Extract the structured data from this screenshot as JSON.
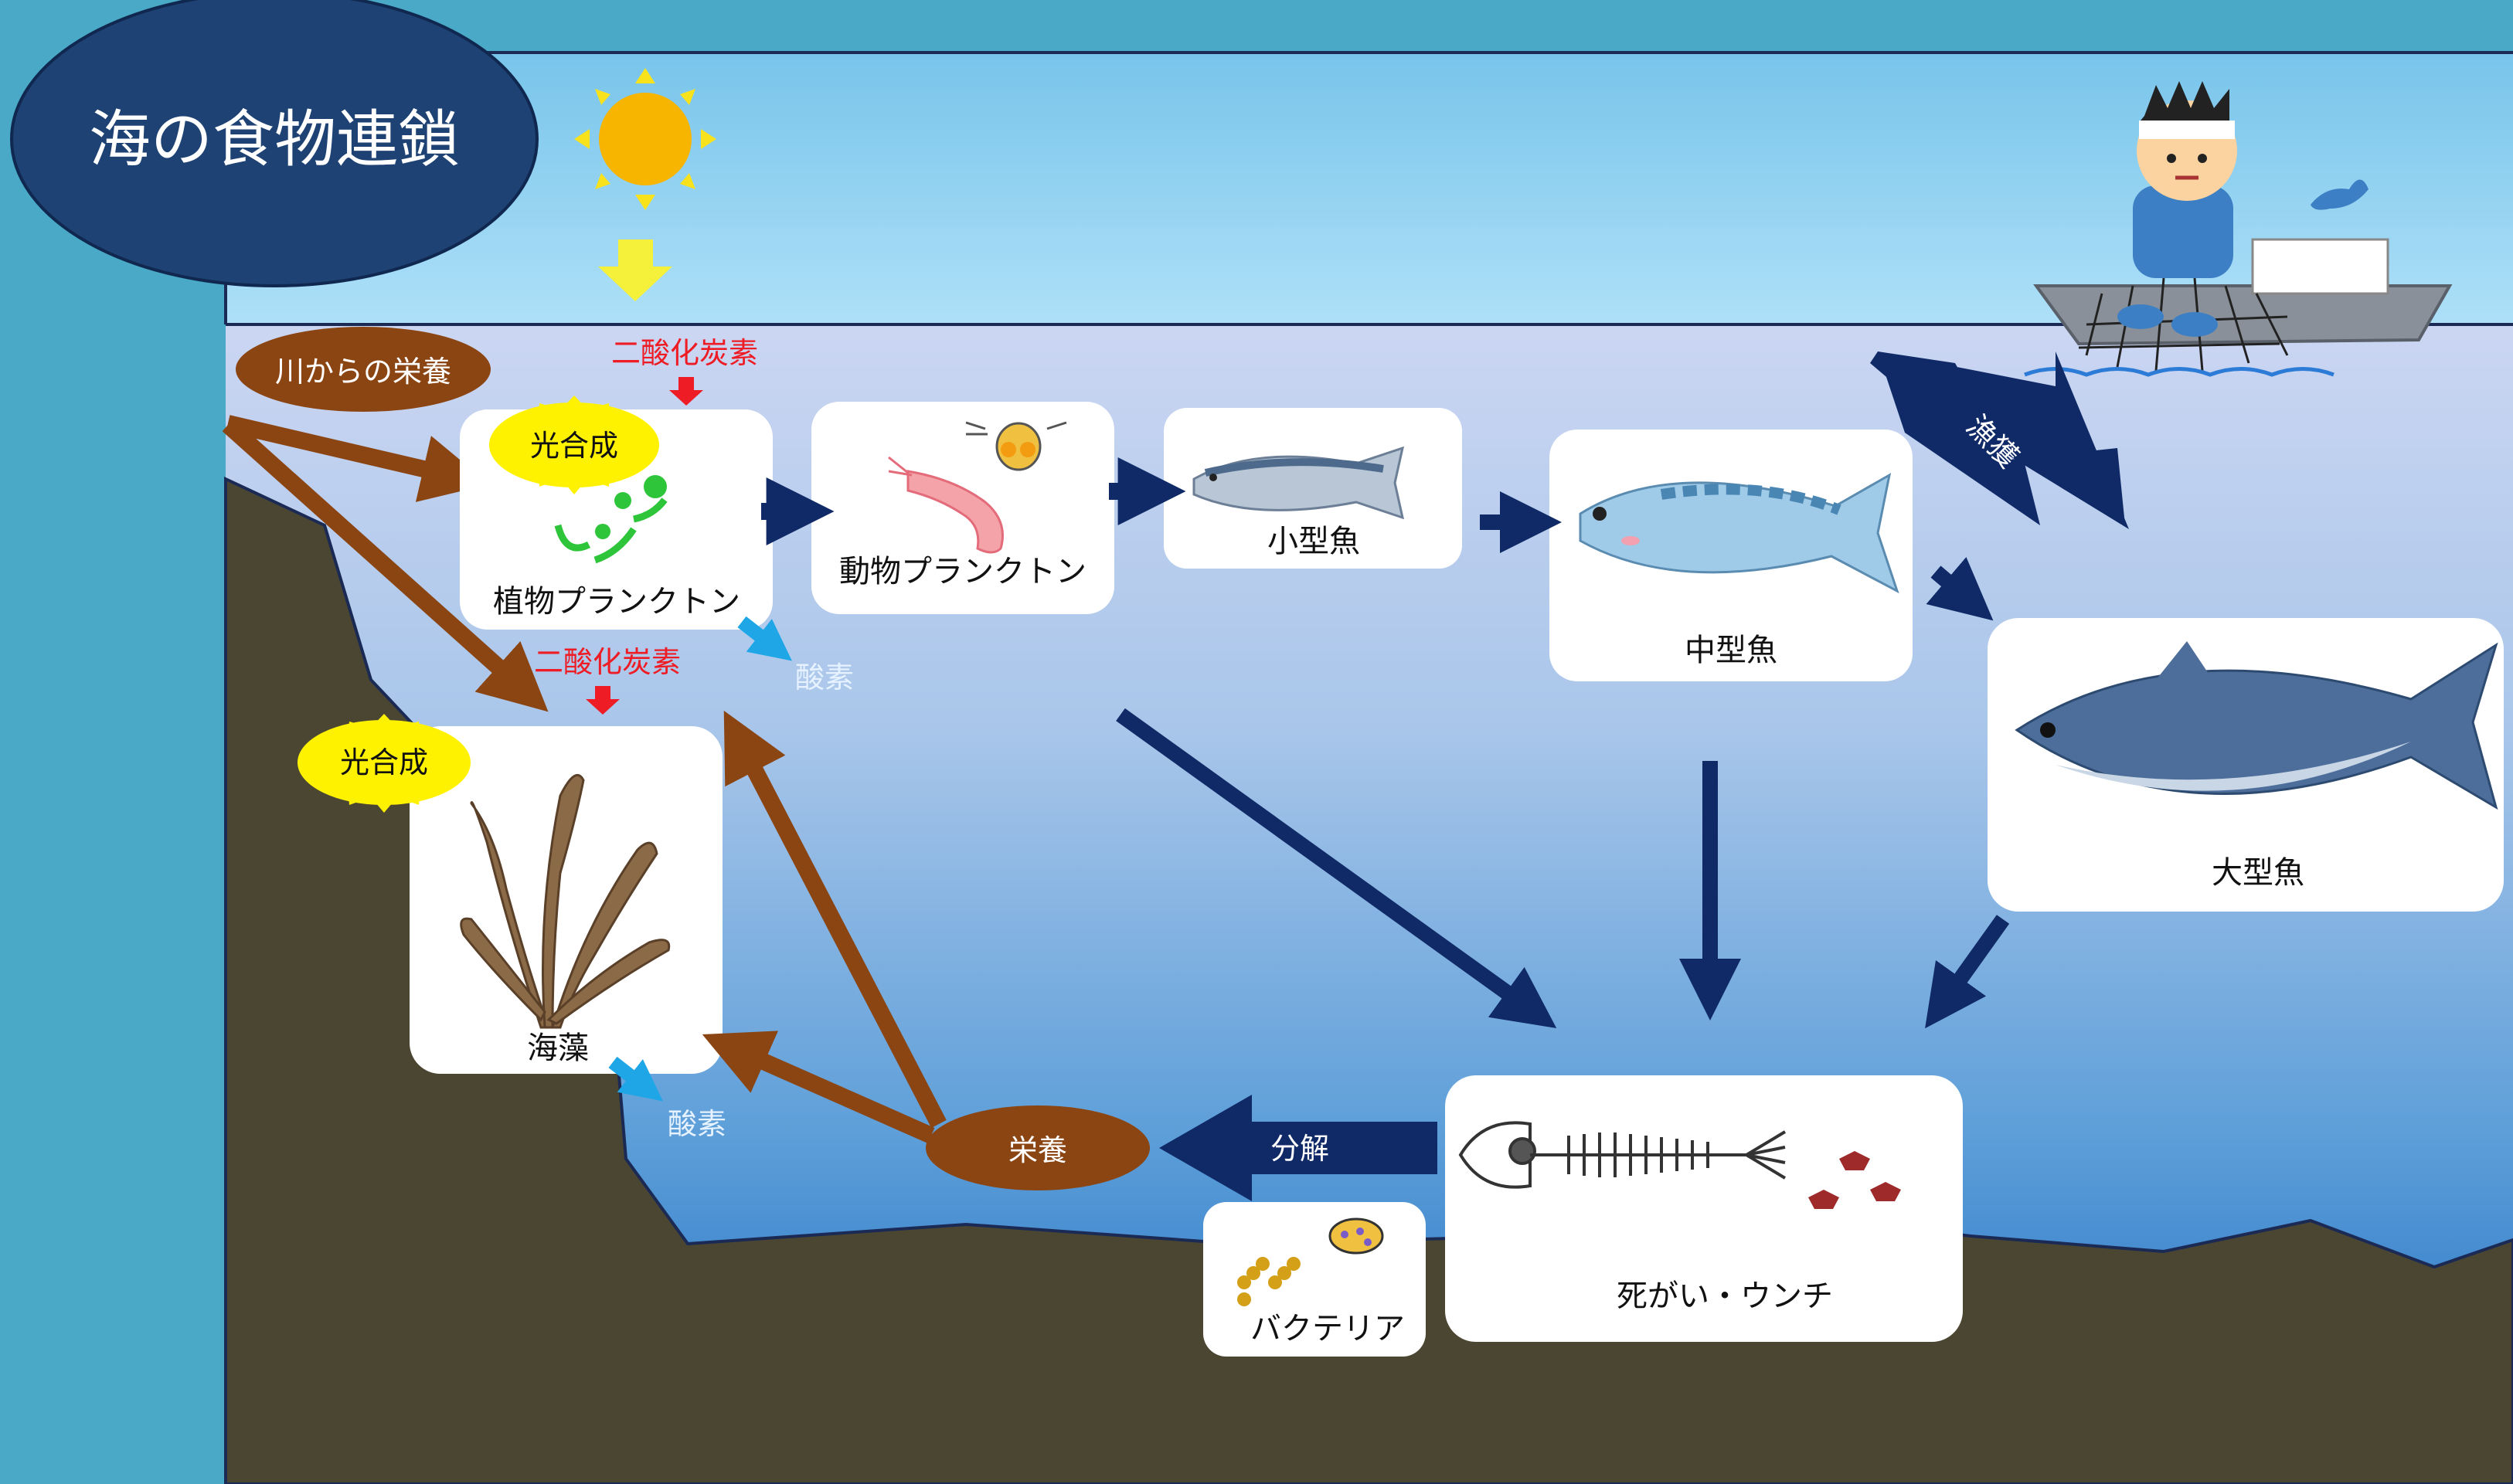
{
  "title": "海の食物連鎖",
  "colors": {
    "frame": "#49a9c6",
    "sky_top": "#7ec8ea",
    "sky_bottom": "#a8dcf6",
    "sea_top": "#c9d6f0",
    "sea_bottom": "#1f72c2",
    "seabed": "#4a4632",
    "nutrient_arrow": "#8b4513",
    "food_arrow": "#0f2a66",
    "co2_text": "#ee1c24",
    "oxygen_arrow": "#1ea6e6",
    "sun": "#f7b500",
    "title_bubble": "#1e4273"
  },
  "labels": {
    "river_nutrients": "川からの栄養",
    "co2_top": "二酸化炭素",
    "co2_mid": "二酸化炭素",
    "photosynthesis_top": "光合成",
    "photosynthesis_mid": "光合成",
    "oxygen_top": "酸素",
    "oxygen_mid": "酸素",
    "nutrients": "栄養",
    "decomposition": "分解",
    "fishing": "漁獲"
  },
  "nodes": {
    "phytoplankton": "植物プランクトン",
    "zooplankton": "動物プランクトン",
    "small_fish": "小型魚",
    "medium_fish": "中型魚",
    "large_fish": "大型魚",
    "seaweed": "海藻",
    "bacteria": "バクテリア",
    "remains": "死がい・ウンチ"
  },
  "icons": [
    "sun-icon",
    "fisherman-boat-icon",
    "phytoplankton-icon",
    "zooplankton-icon",
    "shrimp-icon",
    "sardine-icon",
    "mackerel-icon",
    "tuna-icon",
    "kelp-icon",
    "bacteria-icon",
    "fish-skeleton-icon",
    "droppings-icon"
  ]
}
